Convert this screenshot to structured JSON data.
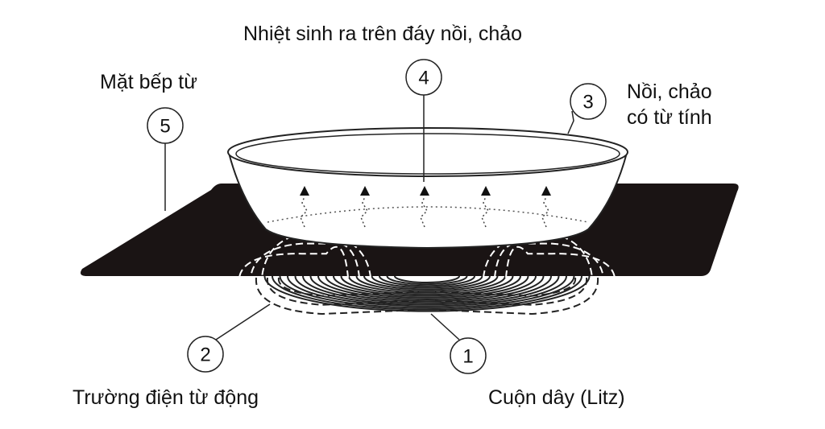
{
  "labels": {
    "heat": "Nhiệt sinh ra trên đáy nồi, chảo",
    "cooktop": "Mặt bếp từ",
    "pan_line1": "Nồi, chảo",
    "pan_line2": "có từ tính",
    "field": "Trường điện từ động",
    "coil": "Cuộn dây (Litz)"
  },
  "callouts": [
    "1",
    "2",
    "3",
    "4",
    "5"
  ],
  "colors": {
    "cooktop": "#1a1414",
    "line": "#222222",
    "field_lines": "#ffffff"
  }
}
